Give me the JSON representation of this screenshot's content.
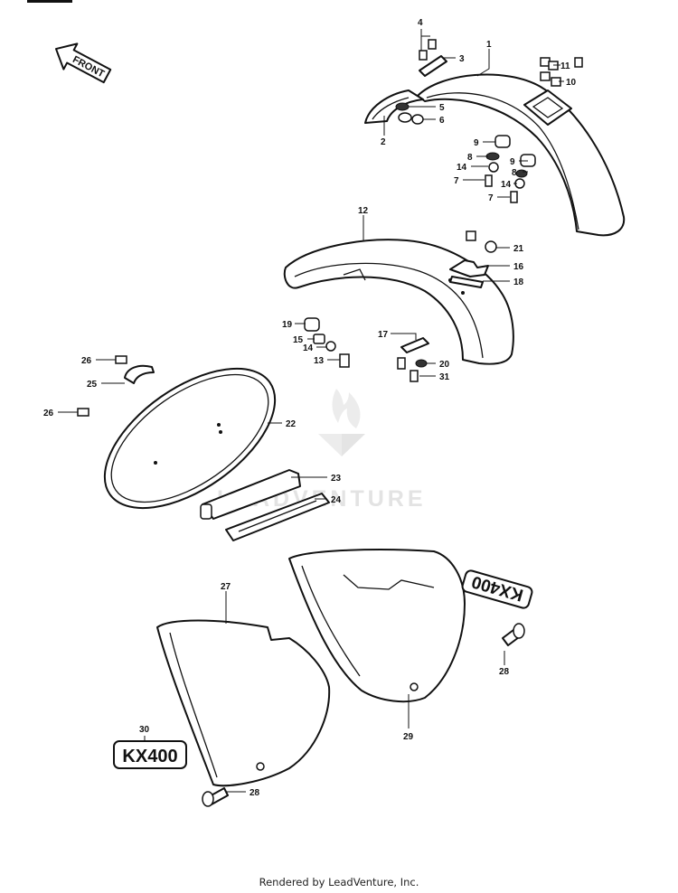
{
  "diagram": {
    "direction_label": "FRONT",
    "decal_text": "KX400",
    "callouts": [
      "1",
      "2",
      "3",
      "4",
      "5",
      "6",
      "7",
      "8",
      "9",
      "10",
      "11",
      "12",
      "13",
      "14",
      "15",
      "16",
      "17",
      "18",
      "19",
      "20",
      "21",
      "22",
      "23",
      "24",
      "25",
      "26",
      "27",
      "28",
      "29",
      "30",
      "31"
    ]
  },
  "watermark": {
    "brand": "LEADVENTURE"
  },
  "footer": {
    "credit": "Rendered by LeadVenture, Inc."
  },
  "colors": {
    "line": "#111111",
    "background": "#ffffff",
    "watermark": "#e3e3e3"
  }
}
